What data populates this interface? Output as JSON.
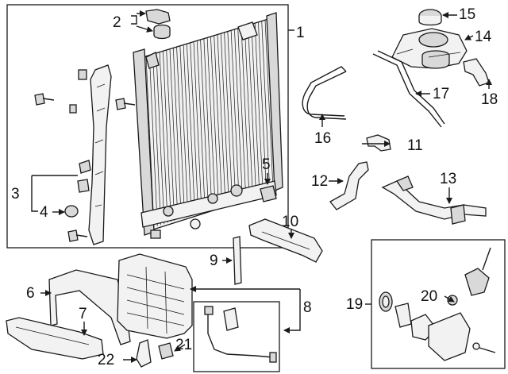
{
  "labels": {
    "c1": "1",
    "c2": "2",
    "c3": "3",
    "c4": "4",
    "c5": "5",
    "c6": "6",
    "c7": "7",
    "c8": "8",
    "c9": "9",
    "c10": "10",
    "c11": "11",
    "c12": "12",
    "c13": "13",
    "c14": "14",
    "c15": "15",
    "c16": "16",
    "c17": "17",
    "c18": "18",
    "c19": "19",
    "c20": "20",
    "c21": "21",
    "c22": "22"
  },
  "colors": {
    "line": "#1a1a1a",
    "part_fill": "#f2f2f2",
    "part_shade": "#d9d9d9",
    "background": "#ffffff"
  }
}
